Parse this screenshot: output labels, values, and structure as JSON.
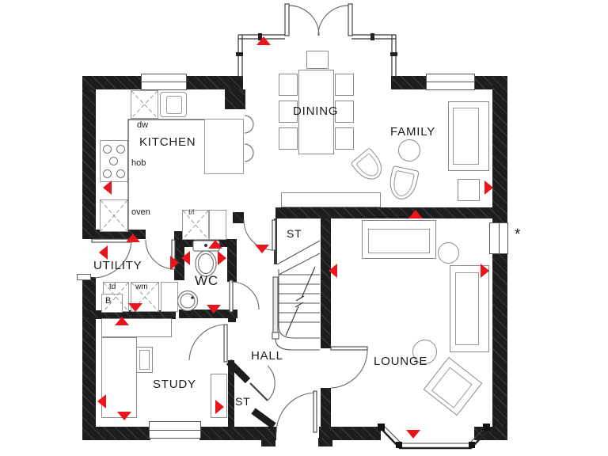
{
  "rooms": {
    "kitchen": "KITCHEN",
    "dining": "DINING",
    "family": "FAMILY",
    "lounge": "LOUNGE",
    "hall": "HALL",
    "study": "STUDY",
    "utility": "UTILITY",
    "wc": "WC",
    "store_upper": "ST",
    "store_lower": "ST"
  },
  "appliances": {
    "dishwasher": "dw",
    "hob": "hob",
    "oven": "oven",
    "fridge_freezer": "f/f",
    "tumble_dryer": "td",
    "washing_machine": "wm",
    "boiler": "B"
  },
  "annotations": {
    "window_note_symbol": "*"
  },
  "markers": {
    "icon": "red-triangle",
    "count": 20
  },
  "colors": {
    "marker_red": "#E8161A",
    "wall_black": "#1d1d1d"
  }
}
